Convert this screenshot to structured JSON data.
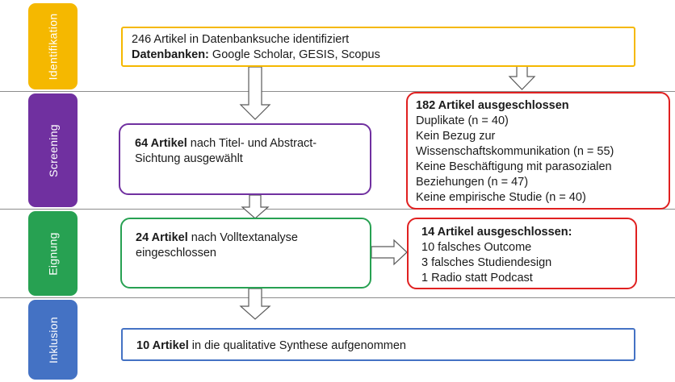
{
  "stages": {
    "identifikation": {
      "label": "Identifikation",
      "color": "#F5B800"
    },
    "screening": {
      "label": "Screening",
      "color": "#7030A0"
    },
    "eignung": {
      "label": "Eignung",
      "color": "#27A152"
    },
    "inklusion": {
      "label": "Inklusion",
      "color": "#4472C4"
    }
  },
  "ident_box": {
    "line1": "246 Artikel in Datenbanksuche identifiziert",
    "db_label": "Datenbanken:",
    "db_list": "Google Scholar, GESIS, Scopus",
    "border": "#F5B800"
  },
  "screen_box": {
    "bold": "64 Artikel",
    "rest1": " nach Titel- und Abstract-",
    "rest2": "Sichtung ausgewählt",
    "border": "#7030A0"
  },
  "excl1": {
    "title": "182 Artikel ausgeschlossen",
    "lines": [
      "Duplikate (n = 40)",
      "Kein Bezug zur",
      "Wissenschaftskommunikation (n = 55)",
      "Keine Beschäftigung mit parasozialen",
      "Beziehungen (n = 47)",
      "Keine empirische Studie (n = 40)"
    ],
    "border": "#E02020"
  },
  "eign_box": {
    "bold": "24 Artikel",
    "rest1": " nach Volltextanalyse",
    "rest2": "eingeschlossen",
    "border": "#27A152"
  },
  "excl2": {
    "title": "14 Artikel ausgeschlossen:",
    "lines": [
      "10 falsches Outcome",
      "3 falsches Studiendesign",
      "1 Radio statt Podcast"
    ],
    "border": "#E02020"
  },
  "inkl_box": {
    "bold": "10 Artikel",
    "rest": " in die qualitative Synthese aufgenommen",
    "border": "#4472C4"
  }
}
